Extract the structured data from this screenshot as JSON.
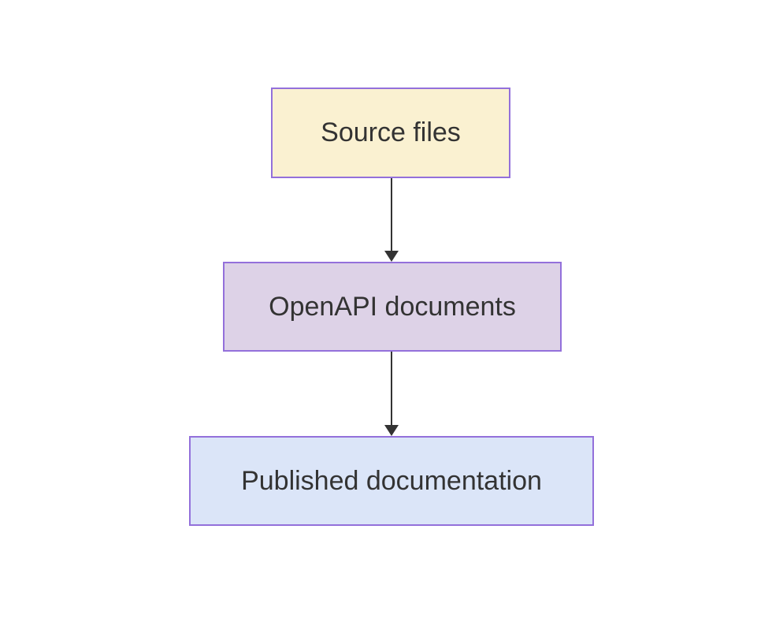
{
  "diagram": {
    "type": "flowchart",
    "direction": "top-down",
    "nodes": [
      {
        "id": "source",
        "label": "Source files",
        "fill": "#faf1d1"
      },
      {
        "id": "openapi",
        "label": "OpenAPI documents",
        "fill": "#ddd2e7"
      },
      {
        "id": "published",
        "label": "Published documentation",
        "fill": "#dbe5f8"
      }
    ],
    "edges": [
      {
        "from": "source",
        "to": "openapi"
      },
      {
        "from": "openapi",
        "to": "published"
      }
    ],
    "colors": {
      "border": "#9370db",
      "arrow": "#333333",
      "text": "#333333",
      "background": "#ffffff"
    }
  }
}
